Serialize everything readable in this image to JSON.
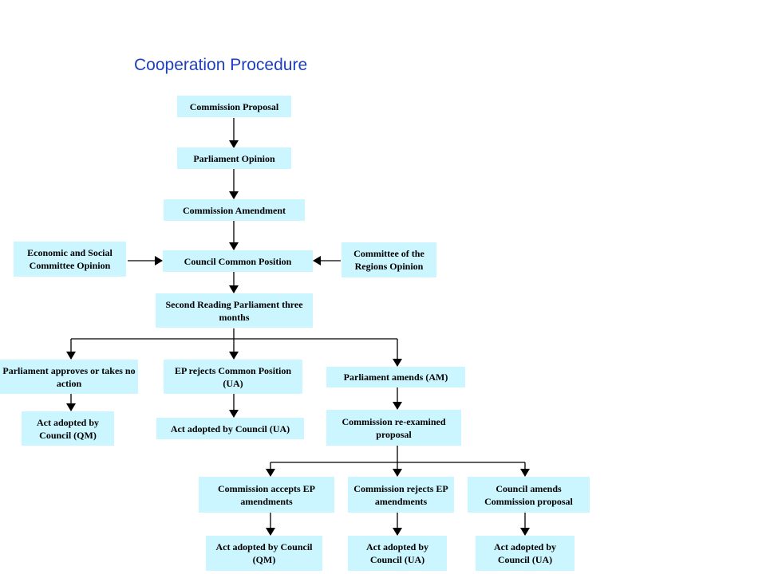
{
  "title": "Cooperation Procedure",
  "nodes": {
    "commission_proposal": "Commission Proposal",
    "parliament_opinion": "Parliament Opinion",
    "commission_amendment": "Commission Amendment",
    "esc_opinion": "Economic and Social Committee Opinion",
    "council_common_position": "Council Common Position",
    "cor_opinion": "Committee of the Regions Opinion",
    "second_reading": "Second Reading Parliament three months",
    "parliament_approves": "Parliament approves or takes no action",
    "ep_rejects": "EP rejects Common Position (UA)",
    "parliament_amends": "Parliament amends (AM)",
    "act_qm_1": "Act adopted by Council (QM)",
    "act_ua_1": "Act adopted by Council (UA)",
    "commission_reexamined": "Commission re-examined proposal",
    "commission_accepts": "Commission accepts EP amendments",
    "commission_rejects": "Commission rejects EP amendments",
    "council_amends": "Council amends Commission proposal",
    "act_qm_2": "Act adopted by Council (QM)",
    "act_ua_2": "Act adopted by Council (UA)",
    "act_ua_3": "Act adopted by Council (UA)"
  },
  "colors": {
    "box_fill": "#ccf6ff",
    "title": "#1f3fbf",
    "line": "#000000"
  }
}
